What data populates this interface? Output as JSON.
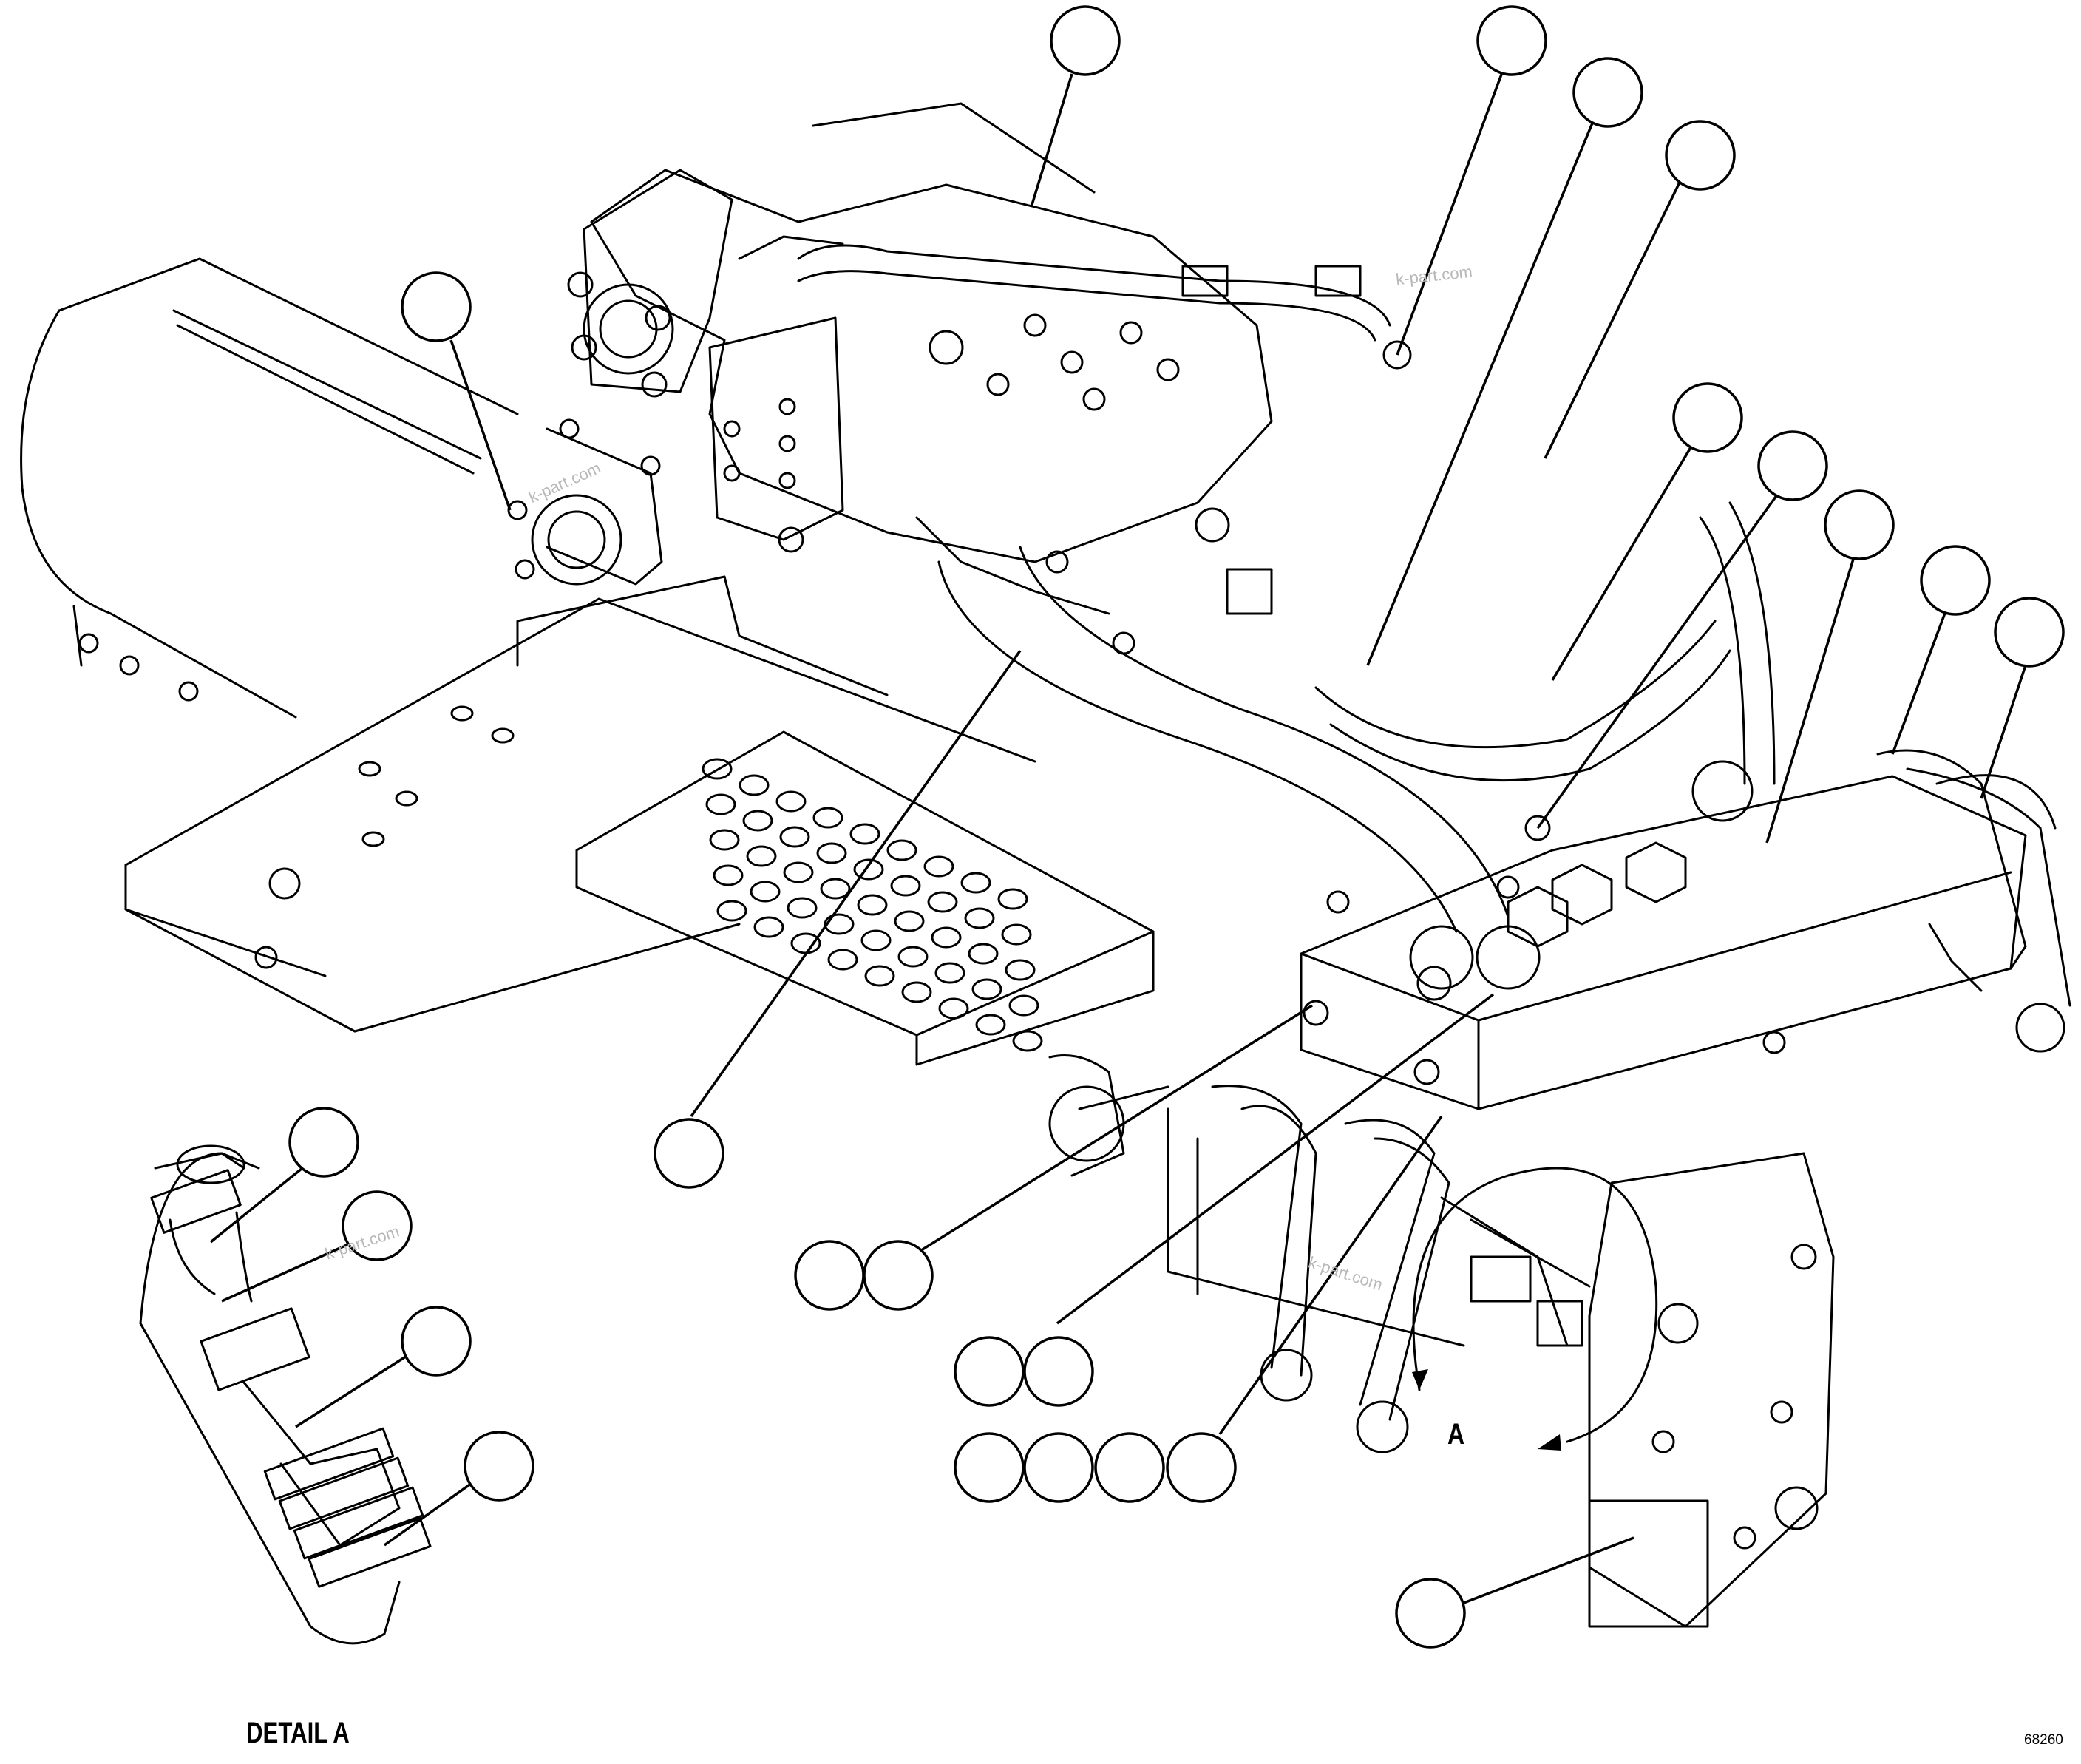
{
  "diagram": {
    "kind": "exploded parts drawing",
    "caption": "DETAIL A",
    "view_arrow_label": "A",
    "figure_number": "68260",
    "watermarks": [
      "k-part.com",
      "k-part.com",
      "k-part.com",
      "k-part.com"
    ]
  },
  "colors": {
    "line": "#000000",
    "background": "#ffffff",
    "watermark": "#b8b8b8"
  }
}
